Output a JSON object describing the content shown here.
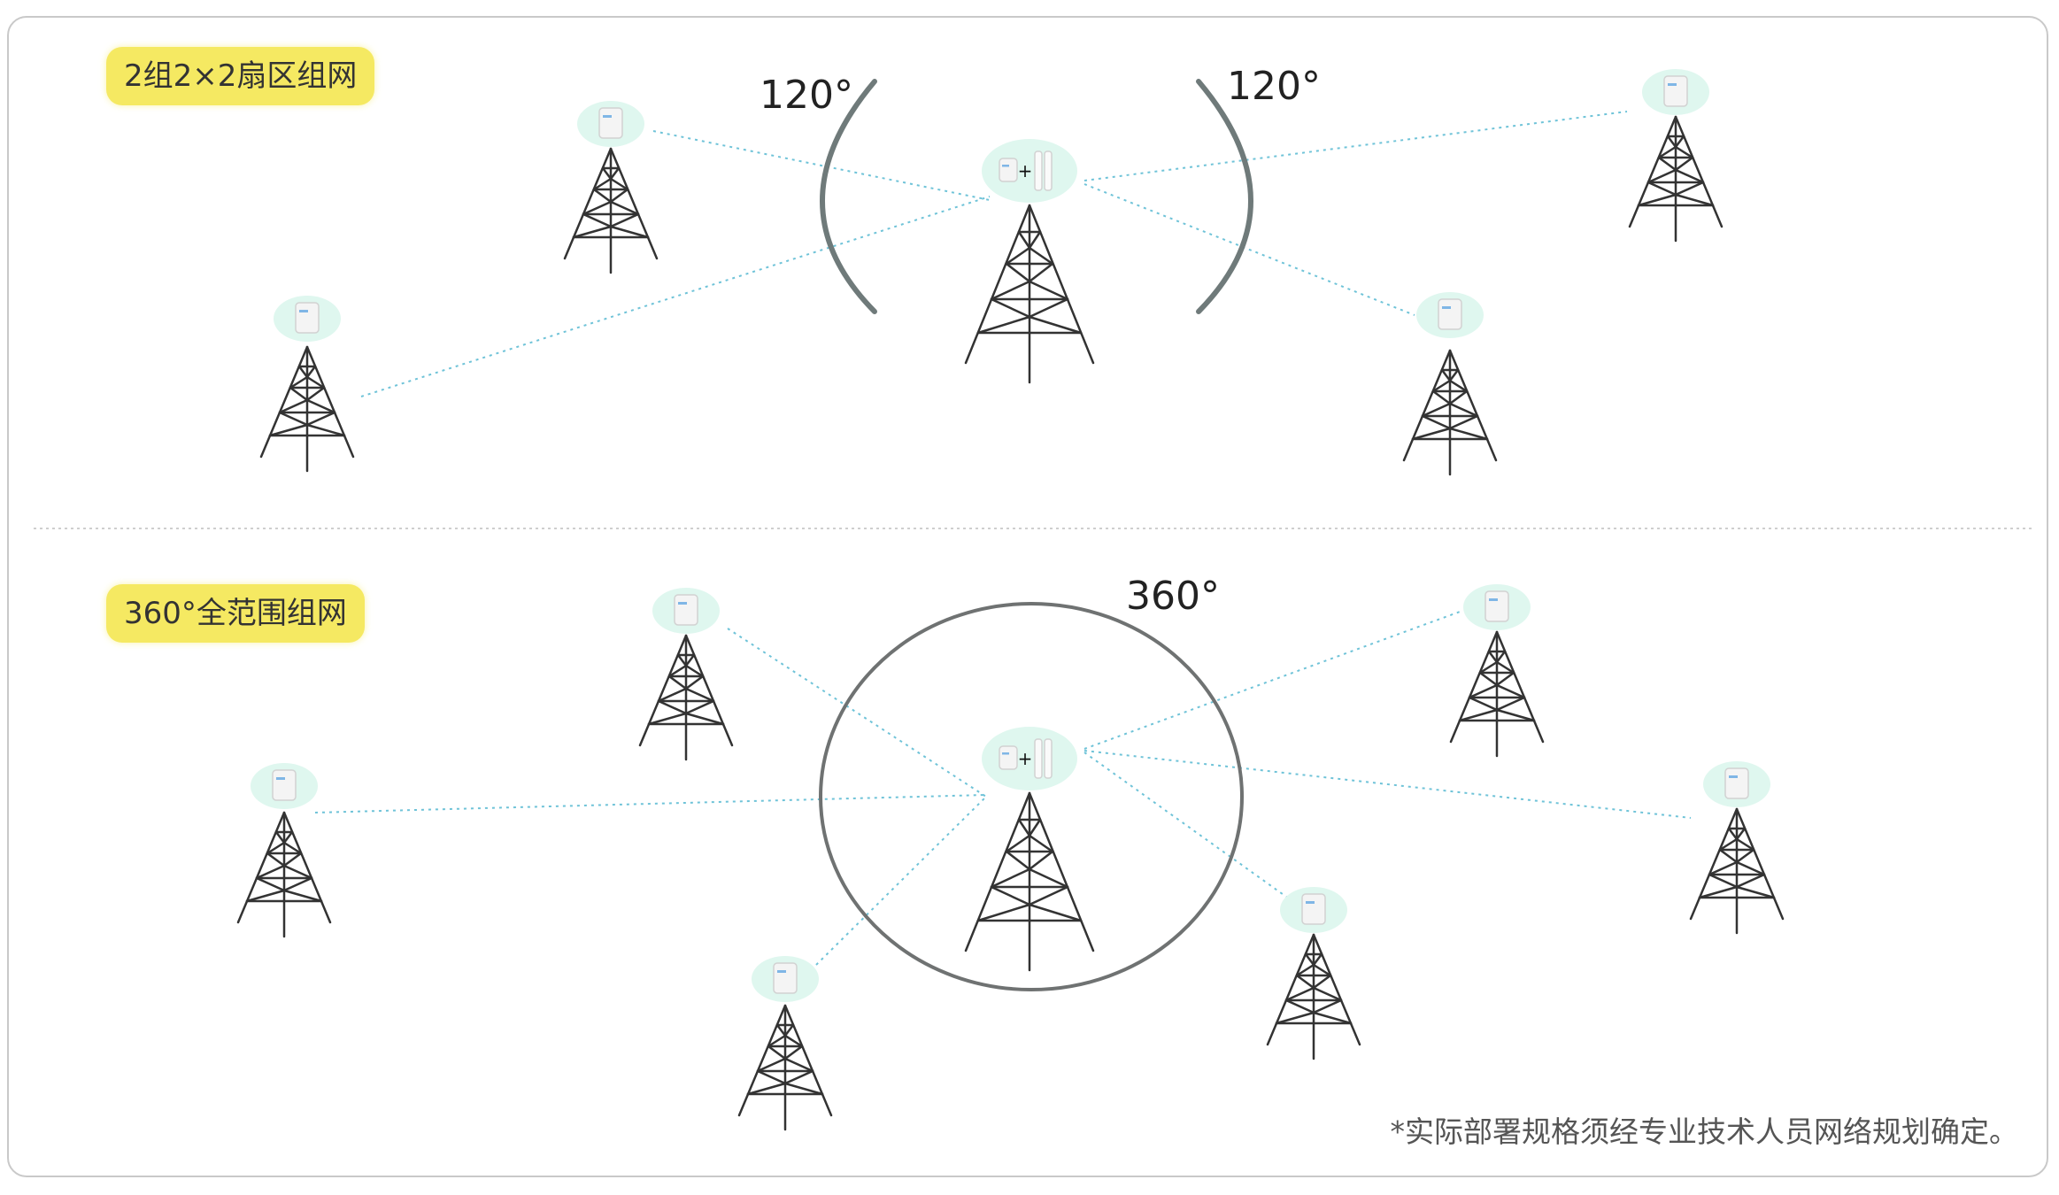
{
  "sections": {
    "top": {
      "label": "2组2×2扇区组网",
      "angle_left": "120°",
      "angle_right": "120°"
    },
    "bottom": {
      "label": "360°全范围组网",
      "angle": "360°"
    }
  },
  "footnote": "*实际部署规格须经专业技术人员网络规划确定。",
  "colors": {
    "tag_bg": "#f5e962",
    "halo": "#dff7ef",
    "link": "#6fc3d8",
    "arc": "#6f7a7a",
    "tower": "#333333"
  }
}
